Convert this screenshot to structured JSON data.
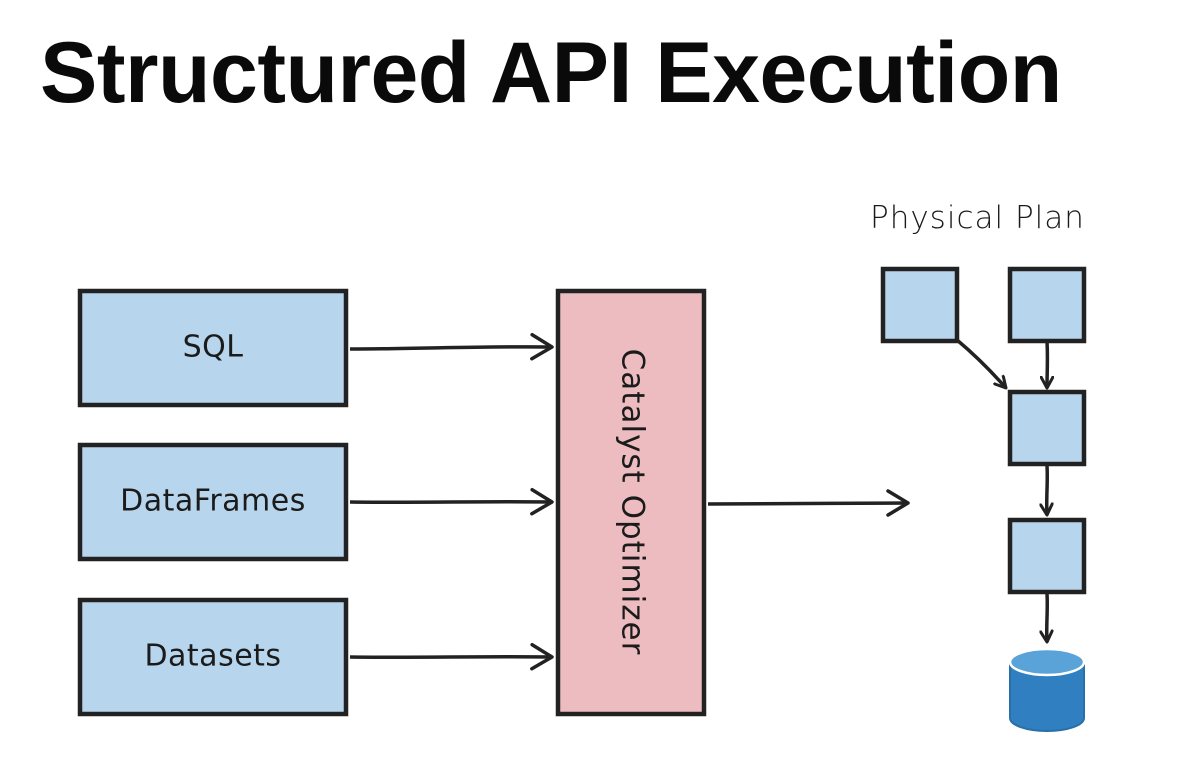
{
  "title": "Structured API Execution",
  "colors": {
    "input_fill": "#b7d5ec",
    "optimizer_fill": "#ecbcc0",
    "plan_fill": "#b7d5ec",
    "database_fill": "#2f7fc1",
    "database_top": "#5aa3d9",
    "stroke": "#222222"
  },
  "inputs": [
    {
      "label": "SQL"
    },
    {
      "label": "DataFrames"
    },
    {
      "label": "Datasets"
    }
  ],
  "optimizer": {
    "label": "Catalyst Optimizer"
  },
  "physical_plan": {
    "label": "Physical Plan",
    "nodes_icon": "plan-node-icon",
    "sink_icon": "database-icon"
  }
}
